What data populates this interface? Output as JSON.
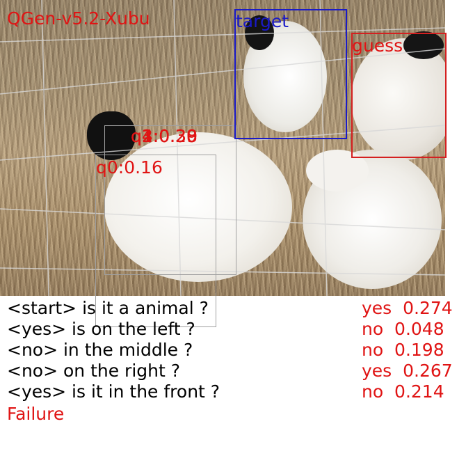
{
  "model_name": "QGen-v5.2-Xubu",
  "labels": {
    "target": "target",
    "guess": "guess"
  },
  "overlay_scores": [
    {
      "text": "q2:0.39"
    },
    {
      "text": "q3:0.30"
    },
    {
      "text": "q4:0.20"
    },
    {
      "text": "q1:0.38"
    },
    {
      "text": "q0:0.16"
    }
  ],
  "dialog": [
    {
      "question": "<start> is it a animal ?",
      "answer": "yes",
      "prob": "0.274"
    },
    {
      "question": "<yes> is on the left ?",
      "answer": "no",
      "prob": "0.048"
    },
    {
      "question": "<no> in the middle ?",
      "answer": "no",
      "prob": "0.198"
    },
    {
      "question": "<no> on the right ?",
      "answer": "yes",
      "prob": "0.267"
    },
    {
      "question": "<yes> is it in the front ?",
      "answer": "no",
      "prob": "0.214"
    }
  ],
  "result": "Failure",
  "colors": {
    "target_box": "#1a1ac8",
    "guess_box": "#d42020",
    "text_red": "#e01414",
    "candidate_box": "#a0a0a0"
  }
}
